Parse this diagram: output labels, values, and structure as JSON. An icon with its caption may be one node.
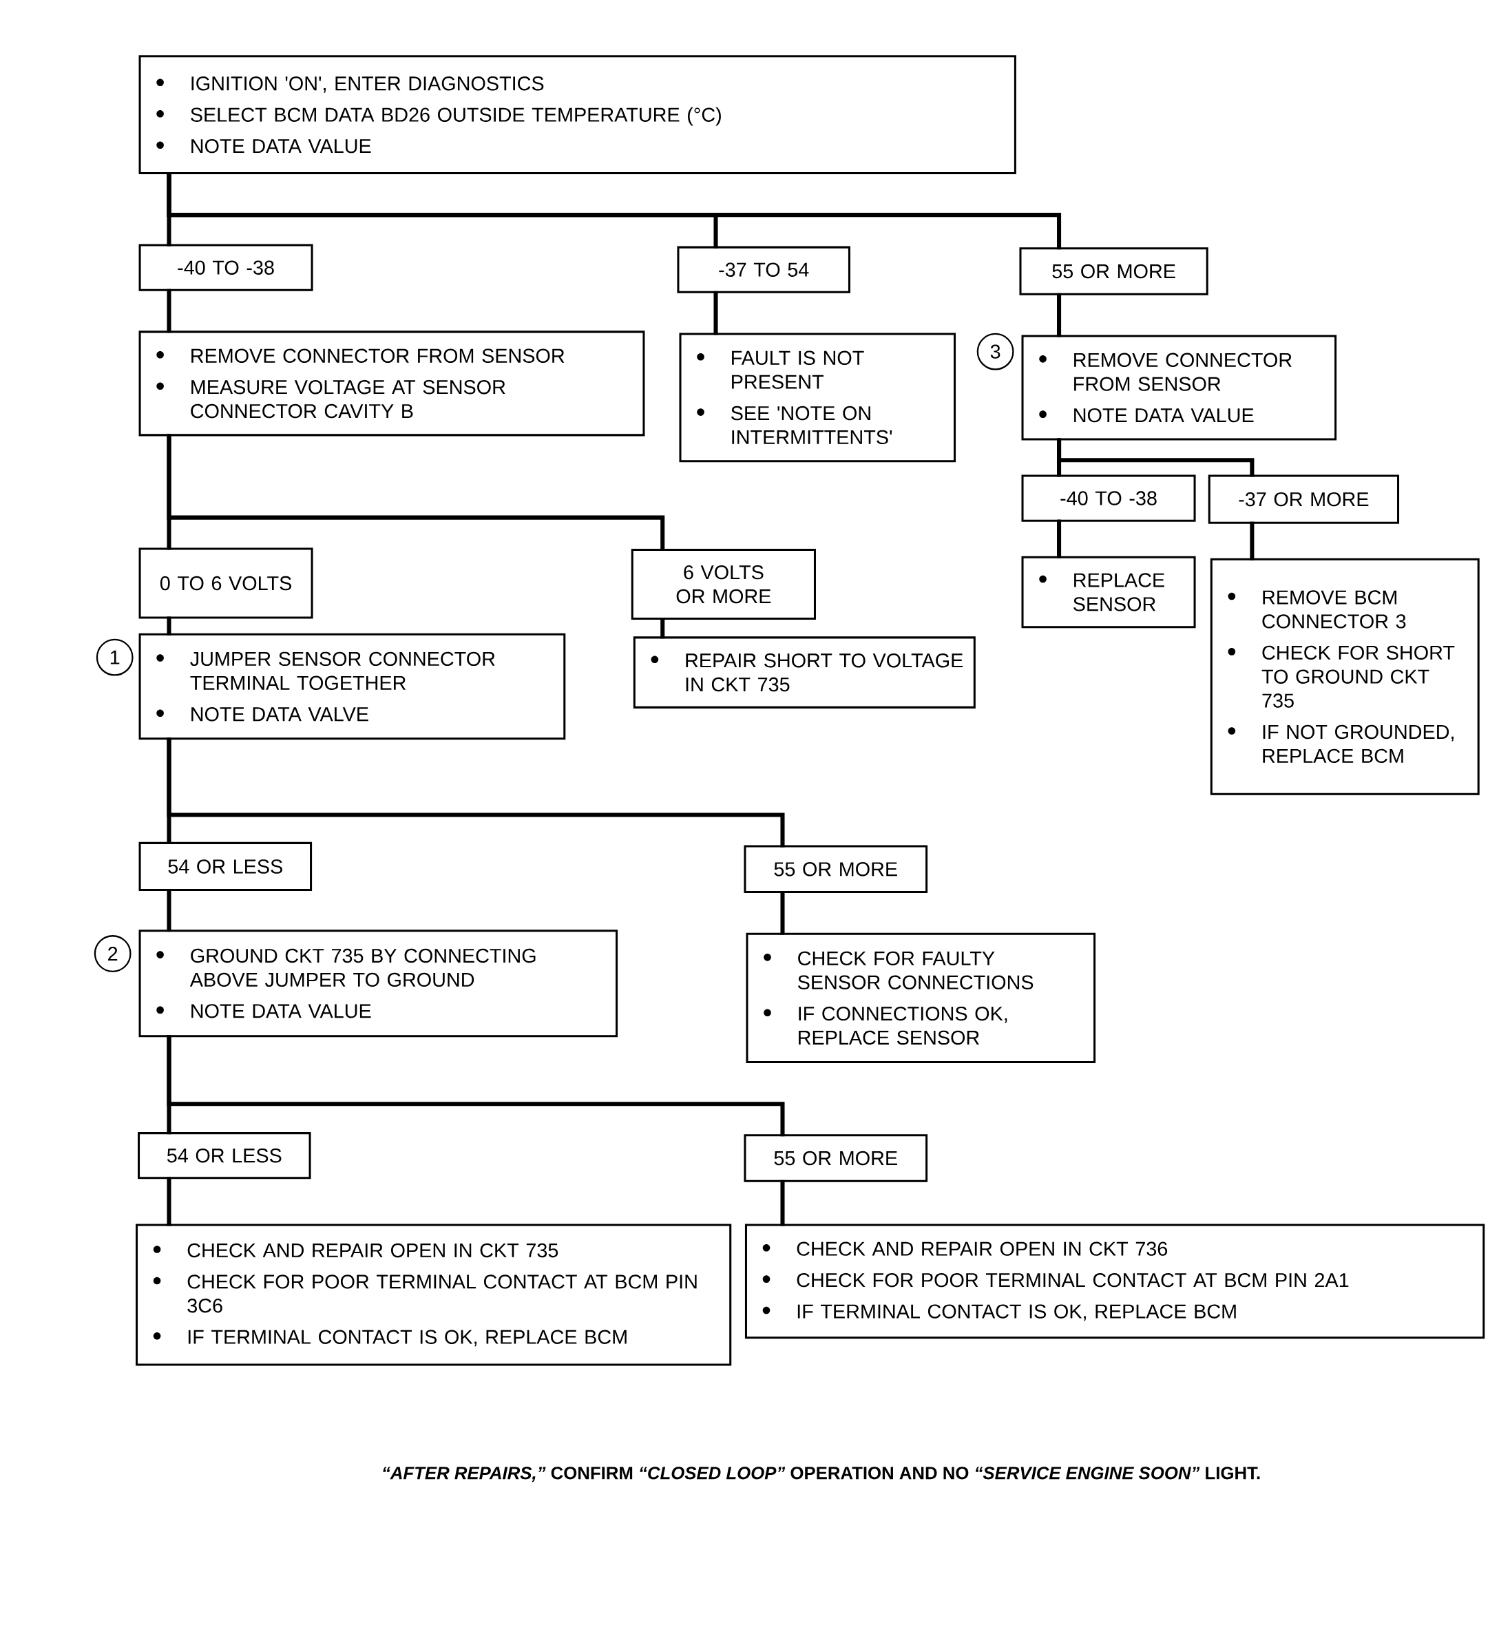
{
  "diagram": {
    "nodes": [
      {
        "text": [
          "IGNITION 'ON', ENTER DIAGNOSTICS",
          "SELECT BCM DATA BD26 OUTSIDE TEMPERATURE (°C)",
          "NOTE DATA VALUE"
        ]
      },
      {
        "text": [
          "-40 TO -38"
        ]
      },
      {
        "text": [
          "-37 TO 54"
        ]
      },
      {
        "text": [
          "55 OR MORE"
        ]
      },
      {
        "text": [
          "REMOVE CONNECTOR FROM SENSOR",
          "MEASURE VOLTAGE AT SENSOR CONNECTOR CAVITY B"
        ]
      },
      {
        "text": [
          "FAULT IS NOT PRESENT",
          "SEE 'NOTE ON INTERMITTENTS'"
        ]
      },
      {
        "text": [
          "REMOVE CONNECTOR FROM SENSOR",
          "NOTE DATA VALUE"
        ],
        "beside": [
          "3"
        ]
      },
      {
        "text": [
          "-40 TO -38"
        ]
      },
      {
        "text": [
          "-37 OR MORE"
        ]
      },
      {
        "text": [
          "REPLACE SENSOR"
        ]
      },
      {
        "text": [
          "REMOVE BCM CONNECTOR 3",
          "CHECK FOR SHORT TO GROUND CKT 735",
          "IF NOT GROUNDED, REPLACE BCM"
        ]
      },
      {
        "text": [
          "0 TO 6 VOLTS"
        ]
      },
      {
        "text": [
          "6 VOLTS OR MORE"
        ]
      },
      {
        "text": [
          "JUMPER SENSOR CONNECTOR TERMINAL TOGETHER",
          "NOTE DATA VALVE"
        ],
        "beside": [
          "1"
        ]
      },
      {
        "text": [
          "REPAIR SHORT TO VOLTAGE IN CKT 735"
        ]
      },
      {
        "text": [
          "54 OR LESS"
        ]
      },
      {
        "text": [
          "55 OR MORE"
        ]
      },
      {
        "text": [
          "GROUND CKT 735 BY CONNECTING ABOVE JUMPER TO GROUND",
          "NOTE DATA VALUE"
        ],
        "beside": [
          "2"
        ]
      },
      {
        "text": [
          "CHECK FOR FAULTY SENSOR CONNECTIONS",
          "IF CONNECTIONS OK, REPLACE SENSOR"
        ]
      },
      {
        "text": [
          "54 OR LESS"
        ]
      },
      {
        "text": [
          "55 OR MORE"
        ]
      },
      {
        "text": [
          "CHECK AND REPAIR OPEN IN CKT 735",
          "CHECK FOR POOR TERMINAL CONTACT AT BCM PIN 3C6",
          "IF TERMINAL CONTACT IS OK, REPLACE BCM"
        ]
      },
      {
        "text": [
          "CHECK AND REPAIR OPEN IN CKT 736",
          "CHECK FOR POOR TERMINAL CONTACT AT BCM PIN 2A1",
          "IF TERMINAL CONTACT IS OK, REPLACE BCM"
        ]
      }
    ],
    "edges": [
      {
        "from": 0,
        "to": 1,
        "arrow": "none"
      },
      {
        "from": 0,
        "to": 2,
        "arrow": "none"
      },
      {
        "from": 0,
        "to": 3,
        "arrow": "none"
      },
      {
        "from": 1,
        "to": 4,
        "arrow": "none"
      },
      {
        "from": 2,
        "to": 5,
        "arrow": "none"
      },
      {
        "from": 3,
        "to": 6,
        "arrow": "none"
      },
      {
        "from": 6,
        "to": 7,
        "arrow": "none"
      },
      {
        "from": 6,
        "to": 8,
        "arrow": "none"
      },
      {
        "from": 7,
        "to": 9,
        "arrow": "none"
      },
      {
        "from": 8,
        "to": 10,
        "arrow": "none"
      },
      {
        "from": 4,
        "to": 11,
        "arrow": "none"
      },
      {
        "from": 4,
        "to": 12,
        "arrow": "none"
      },
      {
        "from": 11,
        "to": 13,
        "arrow": "none"
      },
      {
        "from": 12,
        "to": 14,
        "arrow": "none"
      },
      {
        "from": 13,
        "to": 15,
        "arrow": "none"
      },
      {
        "from": 13,
        "to": 16,
        "arrow": "none"
      },
      {
        "from": 15,
        "to": 17,
        "arrow": "none"
      },
      {
        "from": 16,
        "to": 18,
        "arrow": "none"
      },
      {
        "from": 17,
        "to": 19,
        "arrow": "none"
      },
      {
        "from": 17,
        "to": 20,
        "arrow": "none"
      },
      {
        "from": 19,
        "to": 21,
        "arrow": "none"
      },
      {
        "from": 20,
        "to": 22,
        "arrow": "none"
      }
    ],
    "caption": "*“AFTER REPAIRS,”* CONFIRM *“CLOSED LOOP”* OPERATION AND NO *“SERVICE ENGINE SOON”* LIGHT."
  }
}
